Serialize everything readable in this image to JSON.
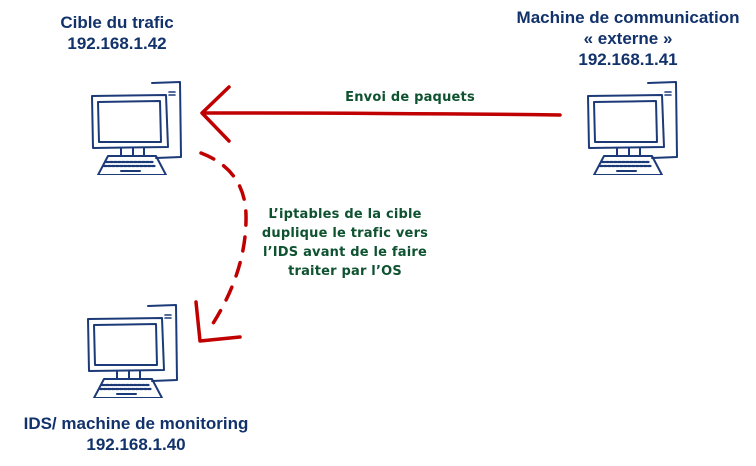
{
  "nodes": {
    "target": {
      "name": "Cible du trafic",
      "ip": "192.168.1.42",
      "icon": "desktop-computer-icon"
    },
    "external": {
      "name": "Machine de communication",
      "qualifier": "« externe »",
      "ip": "192.168.1.41",
      "icon": "desktop-computer-icon"
    },
    "ids": {
      "name": "IDS/ machine de monitoring",
      "ip": "192.168.1.40",
      "icon": "desktop-computer-icon"
    }
  },
  "edges": {
    "send_packets": {
      "label": "Envoi de paquets",
      "from": "external",
      "to": "target",
      "style": "solid"
    },
    "duplicate": {
      "label_lines": [
        "L’iptables de la cible",
        "duplique le trafic vers",
        "l’IDS avant de le faire",
        "traiter par l’OS"
      ],
      "from": "target",
      "to": "ids",
      "style": "dashed"
    }
  },
  "colors": {
    "node_text": "#12326b",
    "computer_stroke": "#1d3a78",
    "arrow": "#c00000",
    "note_text": "#0e5230",
    "background": "#ffffff"
  }
}
